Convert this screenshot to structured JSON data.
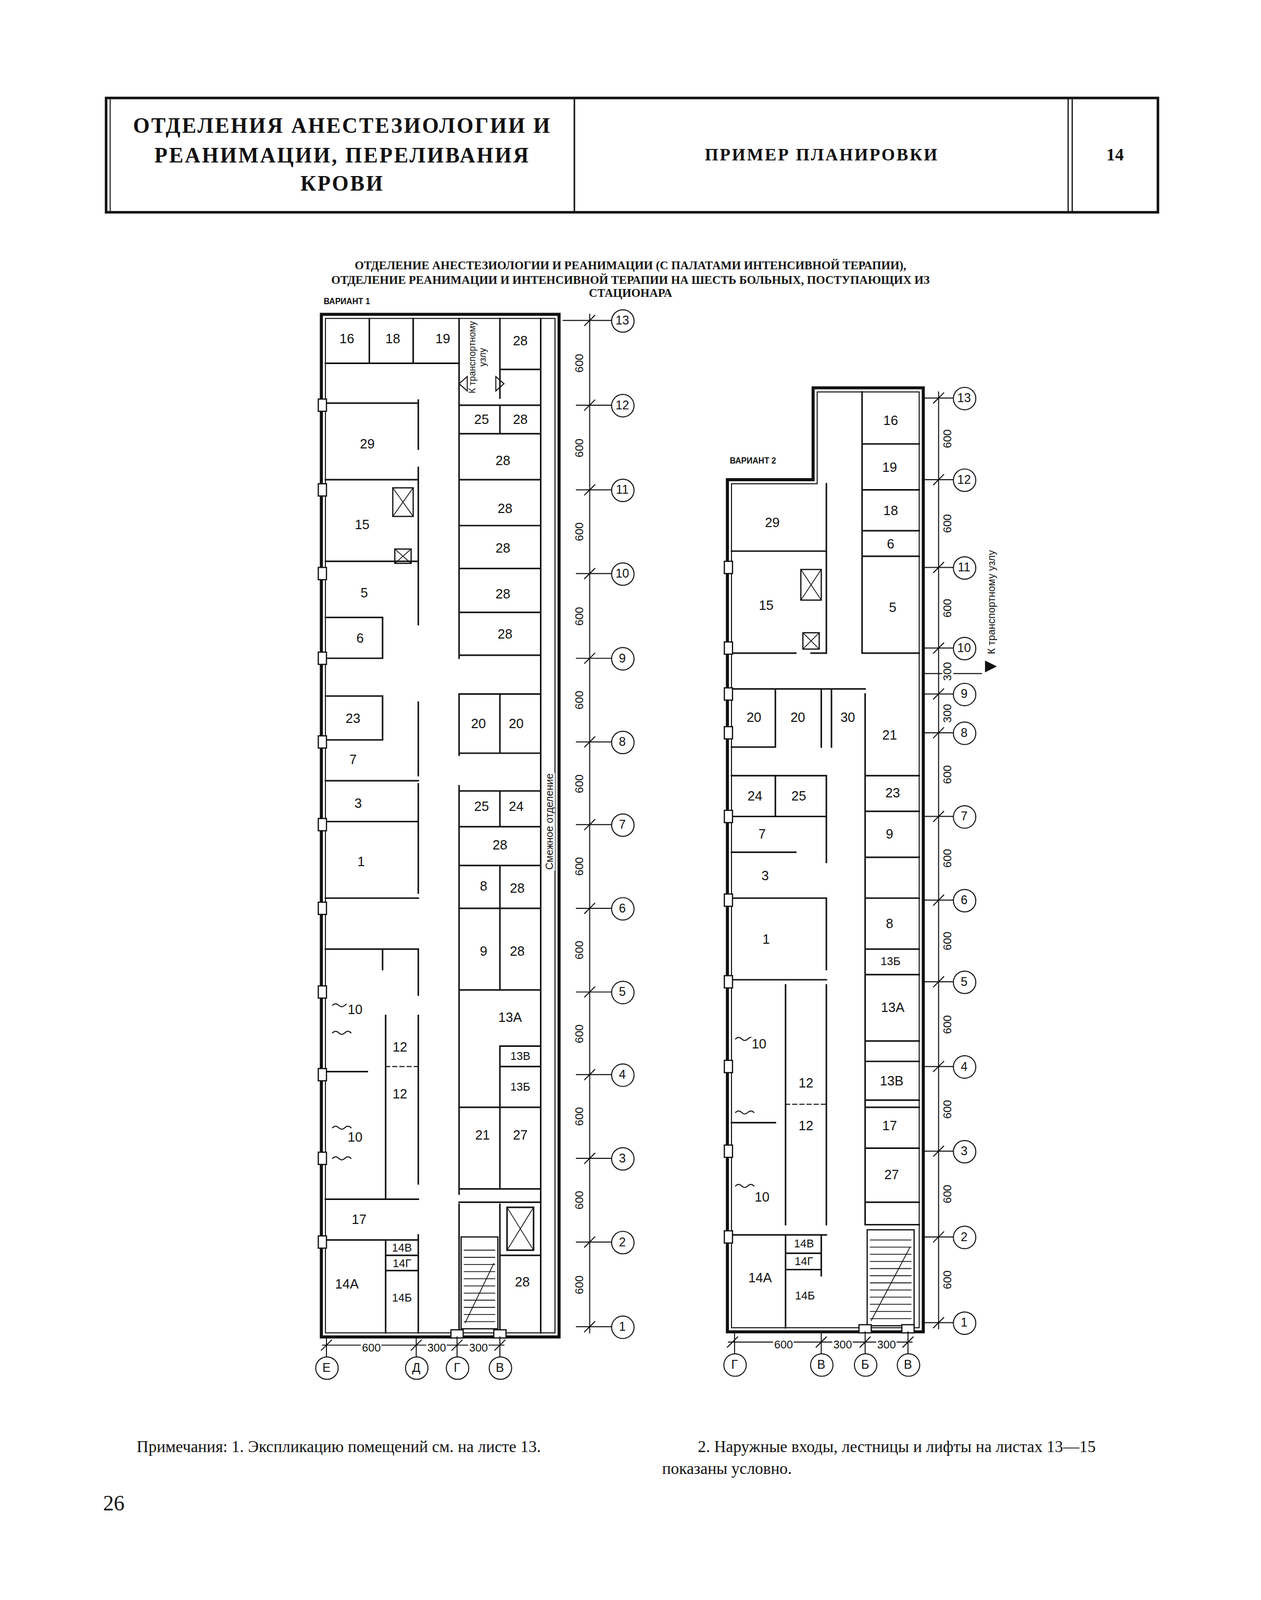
{
  "diagram": {
    "title": "ОТДЕЛЕНИЕ АНЕСТЕЗИОЛОГИИ И РЕАНИМАЦИИ (С ПАЛАТАМИ ИНТЕНСИВНОЙ ТЕРАПИИ), ОТДЕЛЕНИЕ РЕАНИМАЦИИ И ИНТЕНСИВНОЙ ТЕРАПИИ НА ШЕСТЬ БОЛЬНЫХ, ПОСТУПАЮЩИХ ИЗ СТАЦИОНАРА",
    "nodes": [
      {
        "text": [
          "ОТДЕЛЕНИЯ АНЕСТЕЗИОЛОГИИ И РЕАНИМАЦИИ, ПЕРЕЛИВАНИЯ КРОВИ"
        ]
      },
      {
        "text": [
          "ПРИМЕР ПЛАНИРОВКИ"
        ]
      },
      {
        "text": [
          "14"
        ]
      },
      {
        "text": [
          "13"
        ]
      },
      {
        "text": [
          "12"
        ]
      },
      {
        "text": [
          "11"
        ]
      },
      {
        "text": [
          "10"
        ]
      },
      {
        "text": [
          "9"
        ]
      },
      {
        "text": [
          "8"
        ]
      },
      {
        "text": [
          "7"
        ]
      },
      {
        "text": [
          "6"
        ]
      },
      {
        "text": [
          "5"
        ]
      },
      {
        "text": [
          "4"
        ]
      },
      {
        "text": [
          "3"
        ]
      },
      {
        "text": [
          "2"
        ]
      },
      {
        "text": [
          "1"
        ]
      },
      {
        "text": [
          "Е"
        ]
      },
      {
        "text": [
          "Д"
        ]
      },
      {
        "text": [
          "Г"
        ]
      },
      {
        "text": [
          "В"
        ]
      },
      {
        "text": [
          "13"
        ]
      },
      {
        "text": [
          "12"
        ]
      },
      {
        "text": [
          "11"
        ]
      },
      {
        "text": [
          "10"
        ]
      },
      {
        "text": [
          "9"
        ]
      },
      {
        "text": [
          "8"
        ]
      },
      {
        "text": [
          "7"
        ]
      },
      {
        "text": [
          "6"
        ]
      },
      {
        "text": [
          "5"
        ]
      },
      {
        "text": [
          "4"
        ]
      },
      {
        "text": [
          "3"
        ]
      },
      {
        "text": [
          "2"
        ]
      },
      {
        "text": [
          "1"
        ]
      },
      {
        "text": [
          "Г"
        ]
      },
      {
        "text": [
          "В"
        ]
      },
      {
        "text": [
          "Б"
        ]
      },
      {
        "text": [
          "В"
        ]
      }
    ],
    "labels": [
      "ВАРИАНТ 1",
      "ВАРИАНТ 2",
      "16",
      "18",
      "19",
      "28",
      "К транспортному узлу",
      "25",
      "28",
      "29",
      "28",
      "28",
      "15",
      "28",
      "5",
      "28",
      "28",
      "6",
      "23",
      "20",
      "20",
      "7",
      "3",
      "25",
      "24",
      "Смежное отделение",
      "28",
      "1",
      "8",
      "28",
      "9",
      "28",
      "10",
      "13А",
      "12",
      "13В",
      "13Б",
      "12",
      "10",
      "21",
      "27",
      "17",
      "14В",
      "14Г",
      "14А",
      "14Б",
      "28",
      "600",
      "600",
      "600",
      "600",
      "600",
      "600",
      "600",
      "600",
      "600",
      "600",
      "600",
      "600",
      "600",
      "300",
      "300",
      "16",
      "19",
      "18",
      "29",
      "6",
      "15",
      "5",
      "К транспортному узлу",
      "20",
      "20",
      "30",
      "21",
      "23",
      "24",
      "25",
      "9",
      "7",
      "3",
      "8",
      "1",
      "13Б",
      "13А",
      "10",
      "13В",
      "12",
      "12",
      "17",
      "27",
      "10",
      "14В",
      "14Г",
      "14А",
      "14Б",
      "600",
      "600",
      "600",
      "300",
      "300",
      "600",
      "600",
      "600",
      "600",
      "600",
      "600",
      "600",
      "600",
      "300",
      "300",
      "Примечания: 1. Экспликацию помещений см. на листе 13.",
      "2. Наружные входы, лестницы и лифты на листах 13—15 показаны условно.",
      "26"
    ]
  }
}
